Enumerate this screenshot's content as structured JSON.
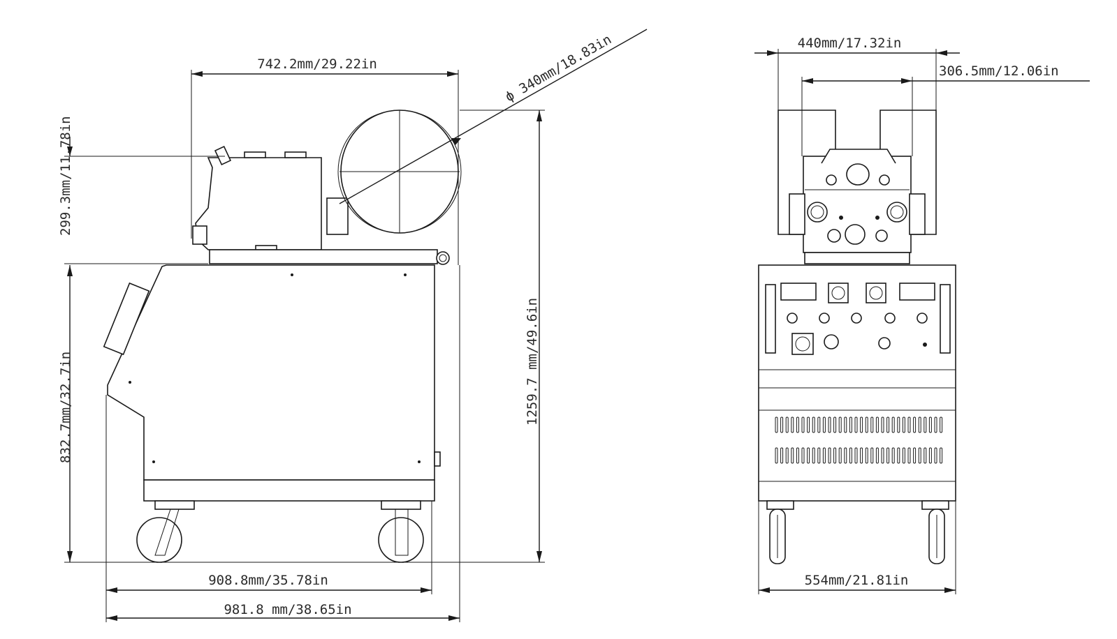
{
  "side_view": {
    "top_length": "742.2mm/29.22in",
    "reel_diameter": "ϕ 340mm/18.83in",
    "feeder_height": "299.3mm/11.78in",
    "base_height": "832.7mm/32.7in",
    "total_height": "1259.7 mm/49.6in",
    "base_length": "908.8mm/35.78in",
    "total_length": "981.8 mm/38.65in"
  },
  "front_view": {
    "feeder_width": "440mm/17.32in",
    "inner_width": "306.5mm/12.06in",
    "base_width": "554mm/21.81in"
  }
}
